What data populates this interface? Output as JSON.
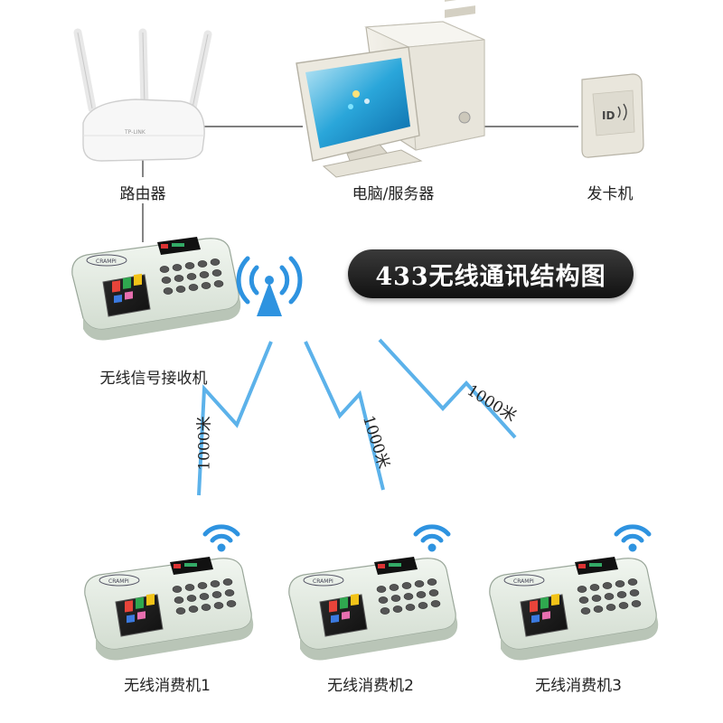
{
  "title": "433无线通讯结构图",
  "nodes": {
    "router": "路由器",
    "server": "电脑/服务器",
    "card_issuer": "发卡机",
    "receiver": "无线信号接收机",
    "terminal_1": "无线消费机1",
    "terminal_2": "无线消费机2",
    "terminal_3": "无线消费机3"
  },
  "links": {
    "distance_1": "1000米",
    "distance_2": "1000米",
    "distance_3": "1000米"
  },
  "colors": {
    "signal": "#4aa8e6",
    "wifi": "#2e93e0",
    "device_body": "#e3ece2",
    "title_bg": "#1e1e1e"
  }
}
